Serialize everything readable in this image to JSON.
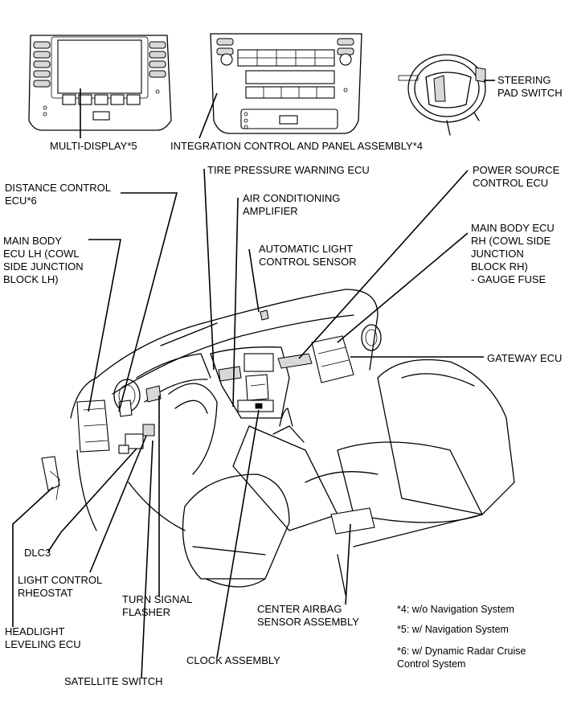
{
  "labels": {
    "multi_display": "MULTI-DISPLAY*5",
    "integration_panel": "INTEGRATION CONTROL AND PANEL ASSEMBLY*4",
    "steering_pad_switch": "STEERING\nPAD SWITCH",
    "distance_control_ecu": "DISTANCE CONTROL\nECU*6",
    "tire_pressure_ecu": "TIRE PRESSURE WARNING ECU",
    "air_conditioning_amplifier": "AIR CONDITIONING\nAMPLIFIER",
    "power_source_ecu": "POWER SOURCE\nCONTROL ECU",
    "main_body_ecu_lh": "MAIN BODY\nECU LH (COWL\nSIDE JUNCTION\nBLOCK LH)",
    "automatic_light_sensor": "AUTOMATIC LIGHT\nCONTROL SENSOR",
    "main_body_ecu_rh": "MAIN BODY ECU\nRH (COWL SIDE\nJUNCTION\nBLOCK RH)\n- GAUGE FUSE",
    "gateway_ecu": "GATEWAY ECU",
    "dlc3": "DLC3",
    "light_control_rheostat": "LIGHT CONTROL\nRHEOSTAT",
    "turn_signal_flasher": "TURN SIGNAL\nFLASHER",
    "center_airbag_sensor": "CENTER AIRBAG\nSENSOR ASSEMBLY",
    "headlight_leveling_ecu": "HEADLIGHT\nLEVELING ECU",
    "clock_assembly": "CLOCK ASSEMBLY",
    "satellite_switch": "SATELLITE SWITCH"
  },
  "notes": {
    "note4": "*4: w/o Navigation System",
    "note5": "*5: w/ Navigation System",
    "note6": "*6: w/ Dynamic Radar Cruise\nControl System"
  }
}
